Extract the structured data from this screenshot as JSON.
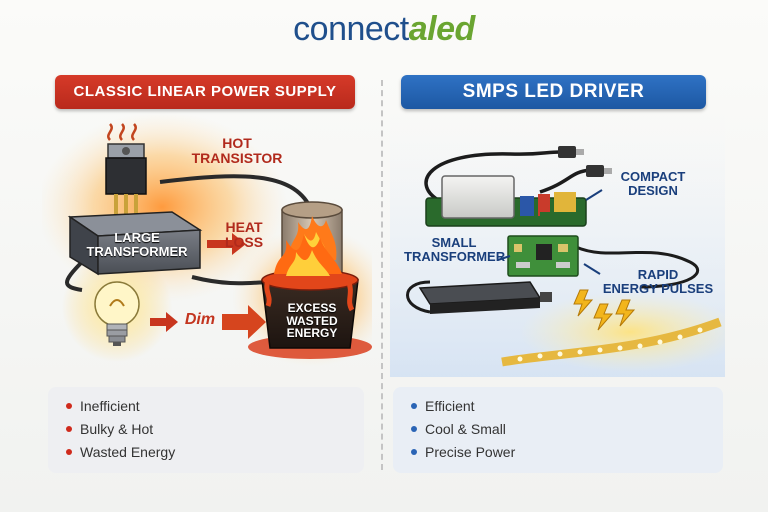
{
  "logo": {
    "part1": "connect",
    "part2": "aled"
  },
  "left": {
    "title": "CLASSIC LINEAR POWER SUPPLY",
    "labels": {
      "hot_transistor": "HOT\nTRANSISTOR",
      "large_transformer": "LARGE\nTRANSFORMER",
      "heat_loss": "HEAT\nLOSS",
      "dim": "Dim",
      "excess_energy": "EXCESS\nWASTED\nENERGY"
    },
    "bullets": [
      "Inefficient",
      "Bulky & Hot",
      "Wasted Energy"
    ]
  },
  "right": {
    "title": "SMPS LED DRIVER",
    "labels": {
      "compact_design": "COMPACT\nDESIGN",
      "small_transformer": "SMALL\nTRANSFORMER",
      "rapid_pulses": "RAPID\nENERGY PULSES"
    },
    "bullets": [
      "Efficient",
      "Cool & Small",
      "Precise Power"
    ]
  },
  "colors": {
    "red_accent": "#cf2a1c",
    "blue_accent": "#2a64b5",
    "logo_blue": "#1f4f8c",
    "logo_green": "#6aa531"
  }
}
